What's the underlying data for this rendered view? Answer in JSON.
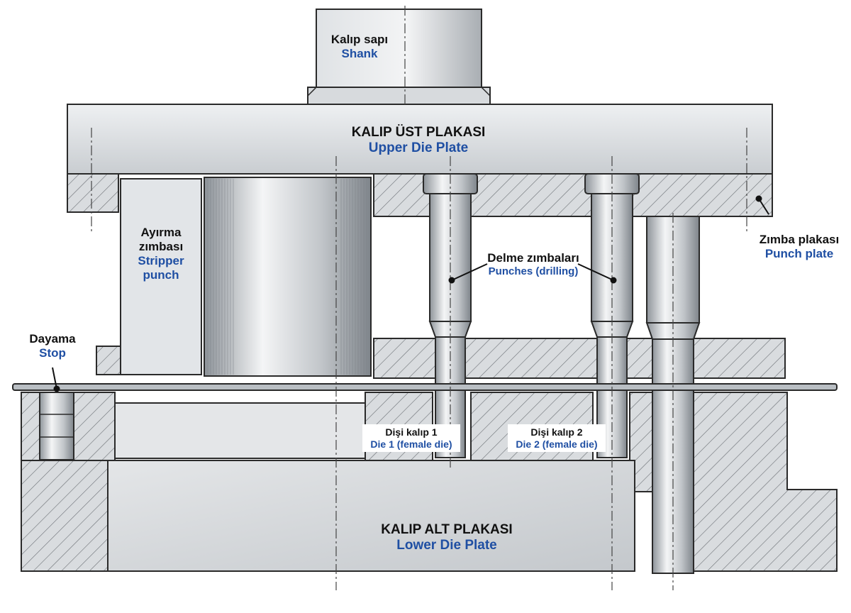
{
  "labels": {
    "shank": {
      "tr": "Kalıp sapı",
      "en": "Shank"
    },
    "upper_plate": {
      "tr": "KALIP ÜST PLAKASI",
      "en": "Upper Die Plate"
    },
    "stripper_punch": {
      "tr1": "Ayırma",
      "tr2": "zımbası",
      "en1": "Stripper",
      "en2": "punch"
    },
    "punch_plate": {
      "tr": "Zımba plakası",
      "en": "Punch plate"
    },
    "punches": {
      "tr": "Delme zımbaları",
      "en": "Punches (drilling)"
    },
    "stop": {
      "tr": "Dayama",
      "en": "Stop"
    },
    "die1": {
      "tr": "Dişi kalıp 1",
      "en": "Die 1 (female die)"
    },
    "die2": {
      "tr": "Dişi kalıp 2",
      "en": "Die 2 (female die)"
    },
    "lower_plate": {
      "tr": "KALIP ALT PLAKASI",
      "en": "Lower Die Plate"
    }
  },
  "colors": {
    "steel_light": "#e6e8ea",
    "steel_mid": "#c9cdd1",
    "steel_dark": "#9aa0a6",
    "outline": "#2a2a2a",
    "text_tr": "#111111",
    "text_en": "#1f4fa3"
  }
}
